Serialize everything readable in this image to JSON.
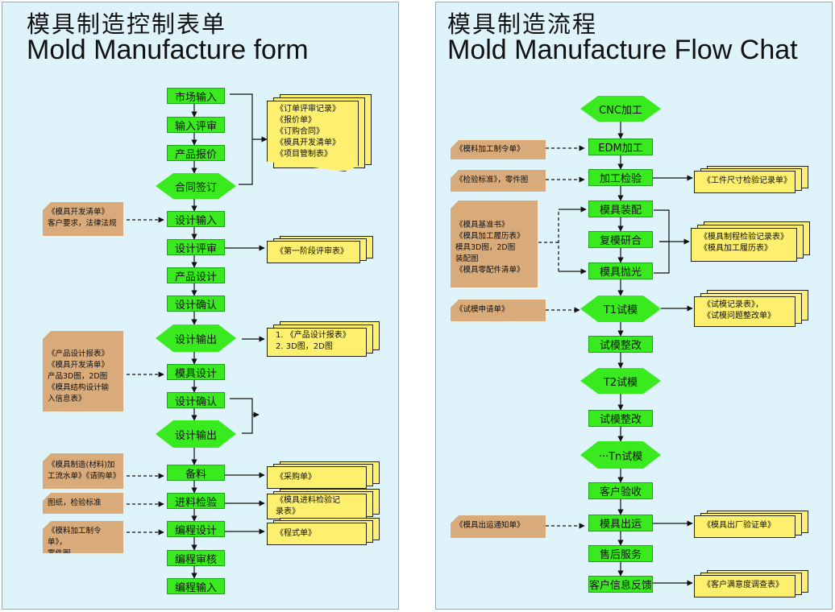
{
  "left": {
    "title_cn": "模具制造控制表单",
    "title_en": "Mold Manufacture form",
    "steps": [
      "市场输入",
      "输入评审",
      "产品报价",
      "合同签订",
      "设计输入",
      "设计评审",
      "产品设计",
      "设计确认",
      "设计输出",
      "模具设计",
      "设计确认",
      "设计输出",
      "备料",
      "进料检验",
      "编程设计",
      "编程审核",
      "编程输入"
    ],
    "inputs": [
      [
        "《模具开发清单》",
        "客户要求，法律法规"
      ],
      [
        "《产品设计报表》",
        "《模具开发清单》",
        "产品3D图，2D图",
        "《模具结构设计输",
        "入信息表》"
      ],
      [
        "《模具制造(材料)加",
        "工流水单》《请购单》"
      ],
      [
        "图纸，检验标准"
      ],
      [
        "《模料加工制令单》，",
        "零件图"
      ]
    ],
    "outputs": [
      [
        "《订单评审记录》",
        "《报价单》",
        "《订购合同》",
        "《模具开发清单》",
        "《项目管制表》"
      ],
      [
        "《第一阶段评审表》"
      ],
      [
        "1.  《产品设计报表》",
        "2.  3D图，2D图"
      ],
      [
        "《采购单》"
      ],
      [
        "《模具进料检验记",
        "录表》"
      ],
      [
        "《程式单》"
      ]
    ]
  },
  "right": {
    "title_cn": "模具制造流程",
    "title_en": "Mold Manufacture Flow Chat",
    "steps": [
      "CNC加工",
      "EDM加工",
      "加工检验",
      "模具装配",
      "复模研合",
      "模具抛光",
      "T1试模",
      "试模整改",
      "T2试模",
      "试模整改",
      "···Tn试模",
      "客户验收",
      "模具出运",
      "售后服务",
      "客户信息反馈"
    ],
    "inputs": [
      [
        "《模料加工制令单》"
      ],
      [
        "《检验标准》，零件图"
      ],
      [
        "《模具基准书》",
        "《模具加工履历表》",
        "模具3D图，2D图",
        "装配图",
        "《模具零配件清单》"
      ],
      [
        "《试模申请单》"
      ],
      [
        "《模具出运通知单》"
      ]
    ],
    "outputs": [
      [
        "《工件尺寸检验记录单》"
      ],
      [
        "《模具制程检验记录表》",
        "《模具加工履历表》"
      ],
      [
        "《试模记录表》，",
        "《试模问题整改单》"
      ],
      [
        "《模具出厂验证单》"
      ],
      [
        "《客户满意度调查表》"
      ]
    ]
  },
  "colors": {
    "process_green": "#39ea1f",
    "input_tan": "#d9aa7a",
    "output_yellow": "#fdf06e",
    "panel_bg": "#dff3fa"
  }
}
